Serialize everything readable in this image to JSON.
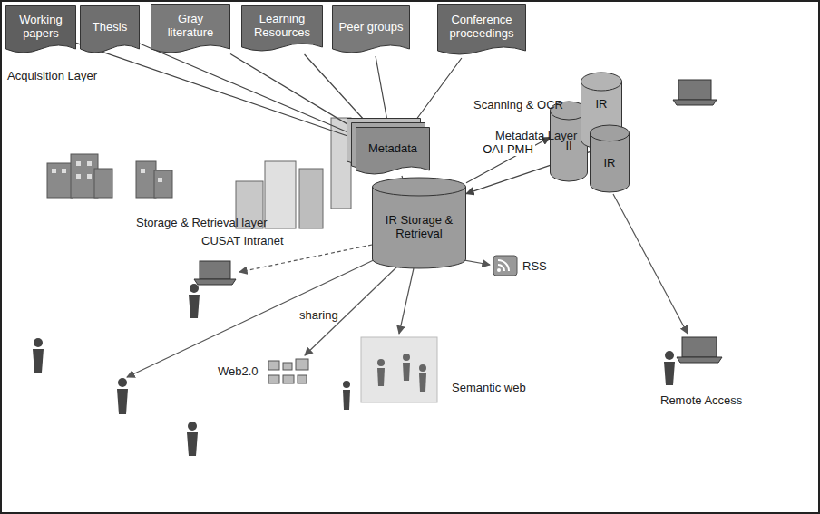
{
  "diagram": {
    "nodes": [
      {
        "text": [
          "Working papers"
        ]
      },
      {
        "text": [
          "Thesis"
        ]
      },
      {
        "text": [
          "Gray literature"
        ]
      },
      {
        "text": [
          "Learning Resources"
        ]
      },
      {
        "text": [
          "Peer groups"
        ]
      },
      {
        "text": [
          "Conference proceedings"
        ]
      },
      {
        "text": [
          "Metadata"
        ]
      },
      {
        "text": [
          "IR Storage & Retrieval"
        ]
      },
      {
        "text": [
          "II"
        ]
      },
      {
        "text": [
          "IR"
        ]
      },
      {
        "text": [
          "IR"
        ]
      }
    ],
    "edges": [
      {
        "from": 0,
        "to": 6,
        "arrow": "none"
      },
      {
        "from": 1,
        "to": 6,
        "arrow": "none"
      },
      {
        "from": 2,
        "to": 6,
        "arrow": "none"
      },
      {
        "from": 3,
        "to": 6,
        "arrow": "none"
      },
      {
        "from": 4,
        "to": 6,
        "arrow": "none"
      },
      {
        "from": 5,
        "to": 6,
        "arrow": "none"
      },
      {
        "from": 6,
        "to": 7,
        "arrow": "none"
      },
      {
        "from": 7,
        "to": 8,
        "label": "OAI-PMH",
        "arrow": "to"
      },
      {
        "from": 10,
        "to": 7,
        "arrow": "to"
      }
    ],
    "labels": [
      "Acquisition Layer",
      "Scanning & OCR",
      "Metadata Layer",
      "Storage & Retrieval layer",
      "CUSAT Intranet",
      "sharing",
      "Web2.0",
      "RSS",
      "Semantic web",
      "Remote Access"
    ]
  }
}
